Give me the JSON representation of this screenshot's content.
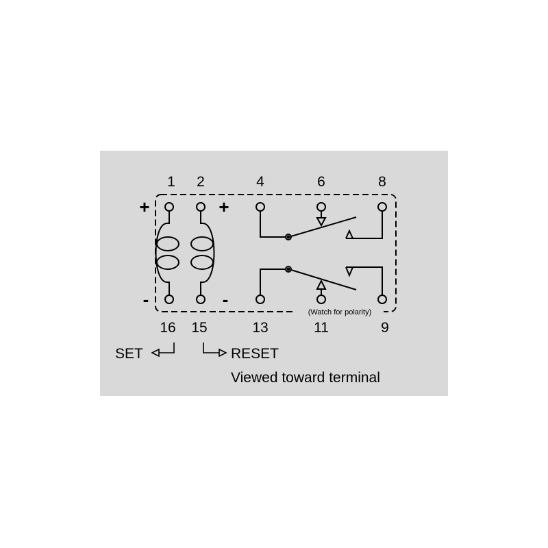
{
  "diagram": {
    "top_pins": [
      "1",
      "2",
      "4",
      "6",
      "8"
    ],
    "bottom_pins": [
      "16",
      "15",
      "13",
      "11",
      "9"
    ],
    "polarity": {
      "plus": "+",
      "minus": "-"
    },
    "note": "(Watch for polarity)",
    "set_label": "SET",
    "reset_label": "RESET",
    "caption": "Viewed toward terminal",
    "background_color": "#d9d9d9"
  }
}
